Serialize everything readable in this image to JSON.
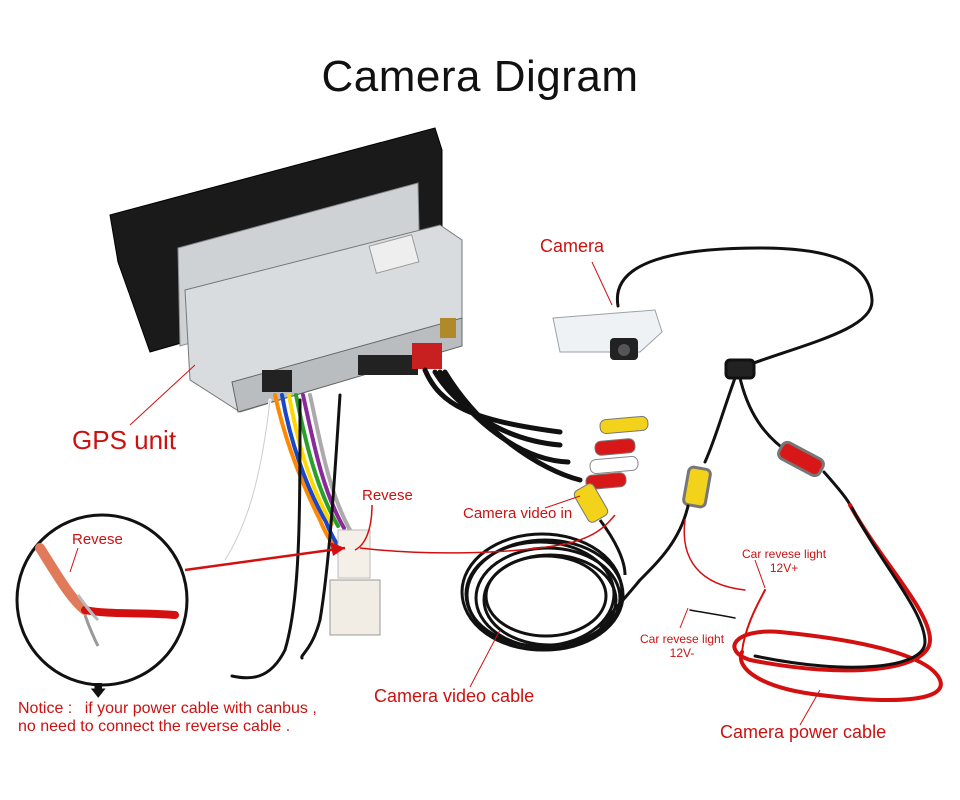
{
  "title": "Camera Digram",
  "labels": {
    "camera": "Camera",
    "gps_unit": "GPS unit",
    "revese_main": "Revese",
    "revese_zoom": "Revese",
    "camera_video_in": "Camera video in",
    "camera_video_cable": "Camera video cable",
    "car_revese_light_pos_line1": "Car revese light",
    "car_revese_light_pos_line2": "12V+",
    "car_revese_light_neg_line1": "Car revese light",
    "car_revese_light_neg_line2": "12V-",
    "camera_power_cable": "Camera power cable"
  },
  "notice": {
    "prefix": "Notice :",
    "line1": "if your power cable with canbus ,",
    "line2": "no need to connect the reverse cable ."
  },
  "colors": {
    "label_red": "#cc1111",
    "wire_red": "#d31010",
    "rca_yellow": "#f2d21a",
    "rca_red": "#d81818",
    "cable_black": "#111111"
  }
}
